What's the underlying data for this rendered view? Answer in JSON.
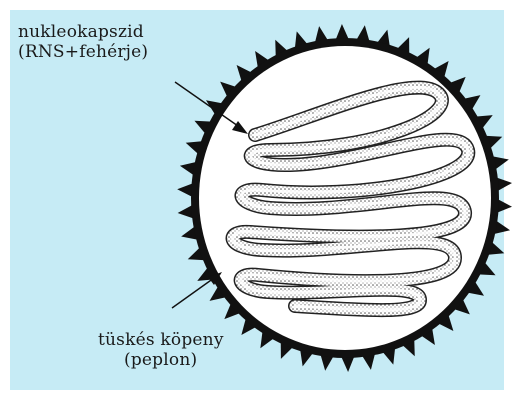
{
  "diagram": {
    "labels": {
      "nucleocapsid_line1": "nukleokapszid",
      "nucleocapsid_line2": "(RNS+fehérje)",
      "envelope_line1": "tüskés köpeny",
      "envelope_line2": "(peplon)"
    },
    "colors": {
      "background_panel": "#c6ebf5",
      "virus_body": "#ffffff",
      "envelope": "#111111",
      "coil_fill": "#8a8a8a"
    },
    "icons": {
      "spikes": "spike-icon",
      "arrows": "arrow-icon"
    }
  }
}
